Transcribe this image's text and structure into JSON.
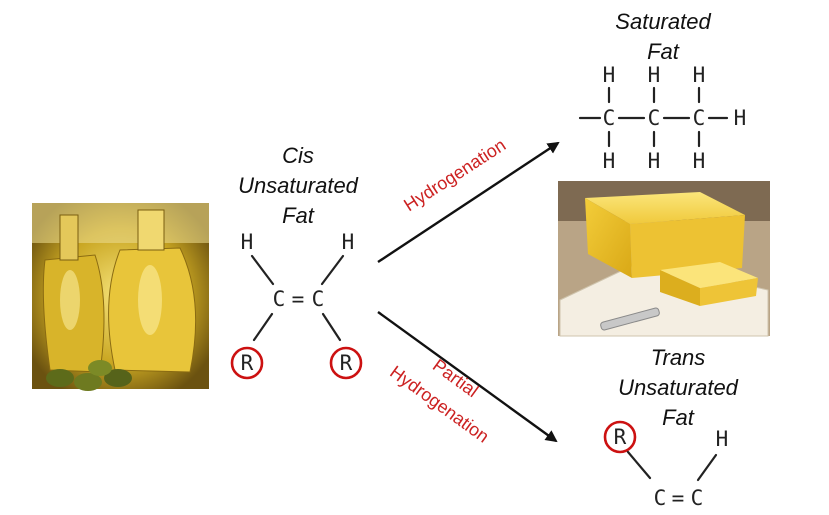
{
  "center_label": [
    "Cis",
    "Unsaturated",
    "Fat"
  ],
  "top_label": [
    "Saturated",
    "Fat"
  ],
  "bottom_label": [
    "Trans",
    "Unsaturated",
    "Fat"
  ],
  "upper_arrow_label": "Hydrogenation",
  "lower_arrow_label": [
    "Partial",
    "Hydrogenation"
  ],
  "atoms": {
    "carbon": "C",
    "hydrogen": "H",
    "r_group": "R",
    "double_bond": "="
  },
  "images": {
    "left": "oil-bottles-photo",
    "right": "butter-block-photo"
  },
  "colors": {
    "arrow_label": "#cc2222",
    "r_circle": "#cc1111",
    "text": "#111111"
  }
}
